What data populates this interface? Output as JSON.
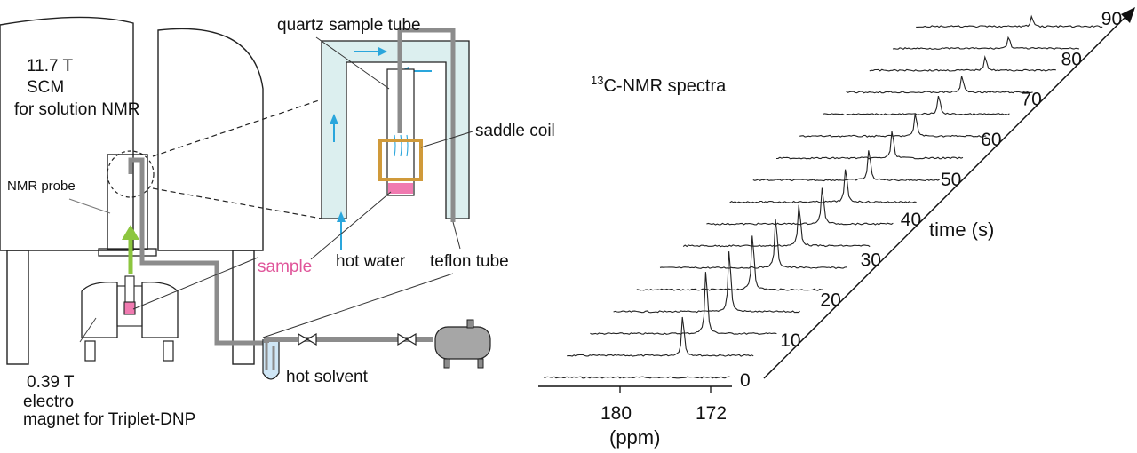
{
  "apparatus": {
    "magnet_label_lines": [
      "11.7 T",
      "SCM",
      "for solution NMR"
    ],
    "probe_label": "NMR probe",
    "electromagnet_label_lines": [
      "0.39 T",
      "electro",
      "magnet  for Triplet-DNP"
    ],
    "hot_solvent_label": "hot solvent"
  },
  "detail": {
    "quartz_label": "quartz sample tube",
    "saddle_label": "saddle coil",
    "sample_label": "sample",
    "hot_water_label": "hot water",
    "teflon_label": "teflon tube"
  },
  "colors": {
    "tube_gray": "#8c8c8c",
    "water_jacket": "#dcefef",
    "flow_arrow": "#2aa6dc",
    "coil": "#d09a3a",
    "sample_pink": "#f07ab0",
    "sample_text": "#e0559a",
    "green_arrow": "#8cc63f",
    "solvent_blue": "#cfe6f5"
  },
  "spectra": {
    "title_sup": "13",
    "title_main": "C-NMR spectra",
    "x_ticks": [
      "180",
      "172"
    ],
    "x_unit": "(ppm)",
    "time_axis_label": "time (s)",
    "time_ticks": [
      "0",
      "10",
      "20",
      "30",
      "40",
      "50",
      "60",
      "70",
      "80",
      "90"
    ]
  },
  "chart_data": {
    "type": "line",
    "title": "13C-NMR spectra",
    "xlabel": "(ppm)",
    "ylabel": "time (s)",
    "x_tick_values": [
      180,
      172
    ],
    "time_ticks": [
      0,
      10,
      20,
      30,
      40,
      50,
      60,
      70,
      80,
      90
    ],
    "peak_position_ppm": 176.5,
    "trace_count": 17,
    "peak_heights_relative": [
      0.0,
      0.62,
      1.0,
      0.98,
      0.88,
      0.78,
      0.66,
      0.58,
      0.52,
      0.48,
      0.42,
      0.36,
      0.3,
      0.26,
      0.22,
      0.18,
      0.15
    ]
  }
}
